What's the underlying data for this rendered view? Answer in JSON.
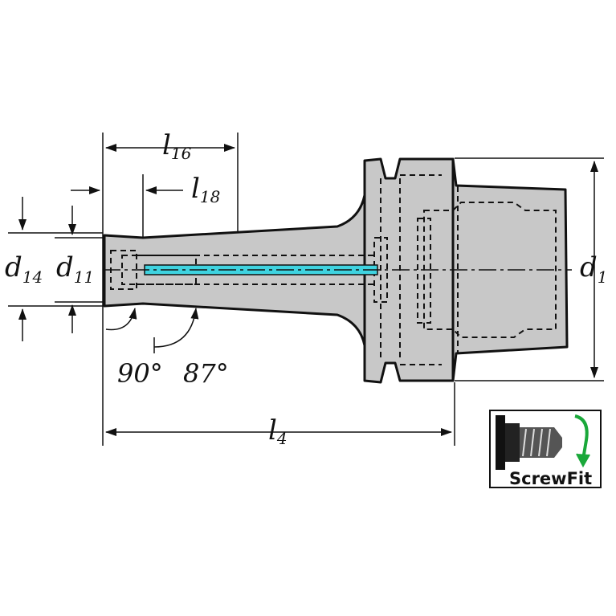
{
  "labels": {
    "l16": {
      "main": "l",
      "sub": "16"
    },
    "l18": {
      "main": "l",
      "sub": "18"
    },
    "l4": {
      "main": "l",
      "sub": "4"
    },
    "d14": {
      "main": "d",
      "sub": "14"
    },
    "d11": {
      "main": "d",
      "sub": "11"
    },
    "d1": {
      "main": "d",
      "sub": "1"
    }
  },
  "angles": {
    "a90": "90°",
    "a87": "87°"
  },
  "logo": {
    "text": "ScrewFit",
    "arrow_color": "#1aa83a"
  },
  "colors": {
    "body_fill": "#c8c8c8",
    "outline": "#111111",
    "coolant": "#3fd3e0"
  }
}
